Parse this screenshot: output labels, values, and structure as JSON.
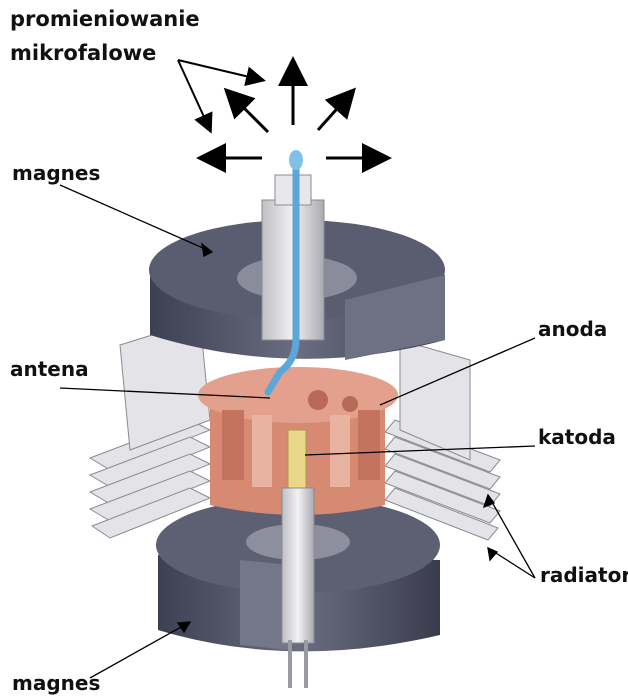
{
  "labels": {
    "title_line1": "promieniowanie",
    "title_line2": "mikrofalowe",
    "magnes_top": "magnes",
    "antena": "antena",
    "anoda": "anoda",
    "katoda": "katoda",
    "radiator": "radiator",
    "magnes_bottom": "magnes"
  },
  "colors": {
    "magnet": "#54566a",
    "magnet_dark": "#3a3c4e",
    "fins": "#e0e0e4",
    "anode": "#d9836e",
    "antenna": "#5aa7d8",
    "cathode": "#e8d888"
  }
}
